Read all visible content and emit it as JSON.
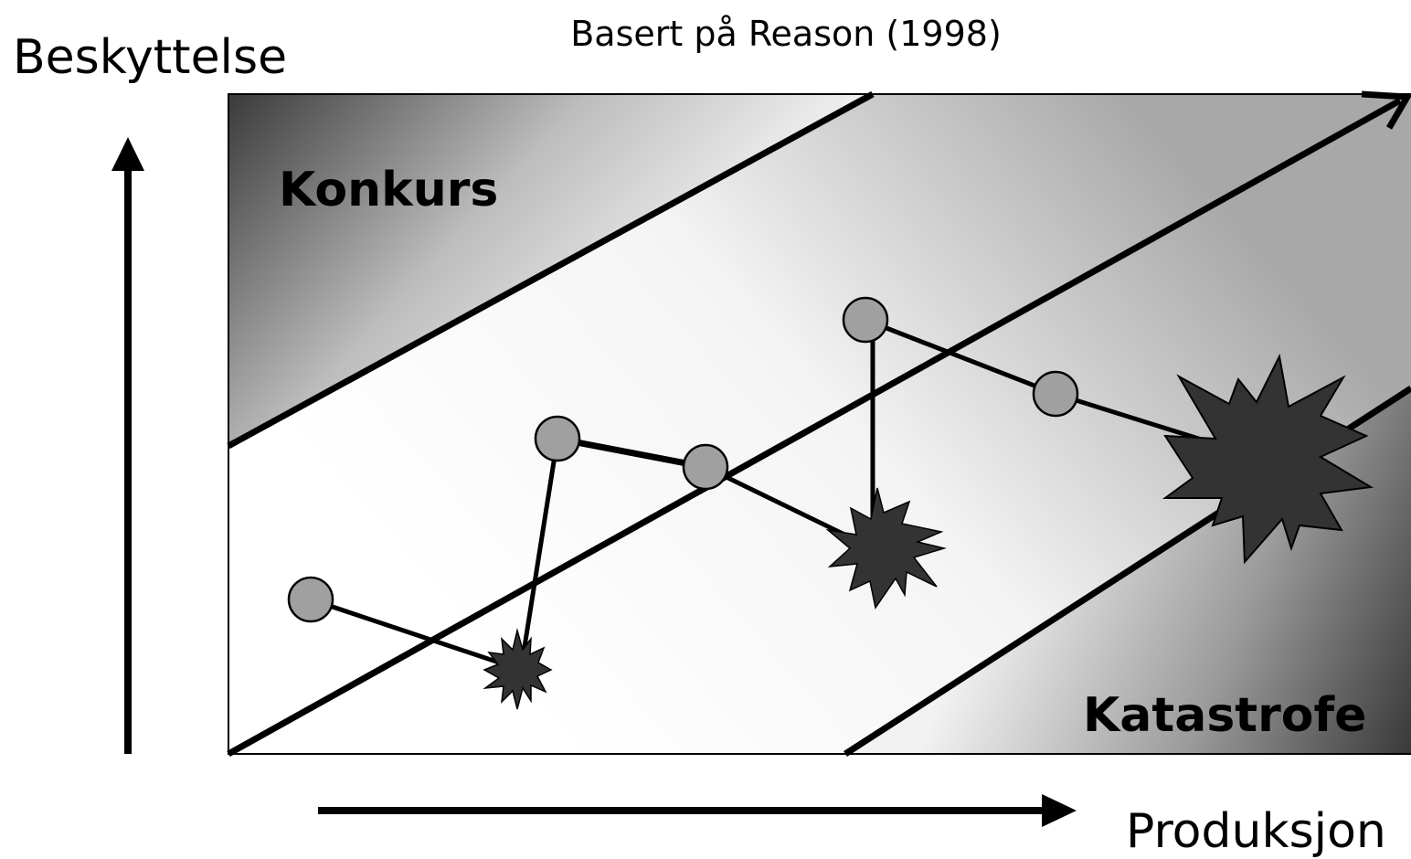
{
  "source": "Basert på Reason (1998)",
  "y_axis_label": "Beskyttelse",
  "x_axis_label": "Produksjon",
  "zones": {
    "upper_label": "Konkurs",
    "lower_label": "Katastrofe"
  },
  "colors": {
    "zone_dark": "#3a3a3a",
    "zone_light": "#ffffff",
    "node_fill": "#a0a0a0",
    "accident_fill": "#333333",
    "line": "#000000"
  }
}
